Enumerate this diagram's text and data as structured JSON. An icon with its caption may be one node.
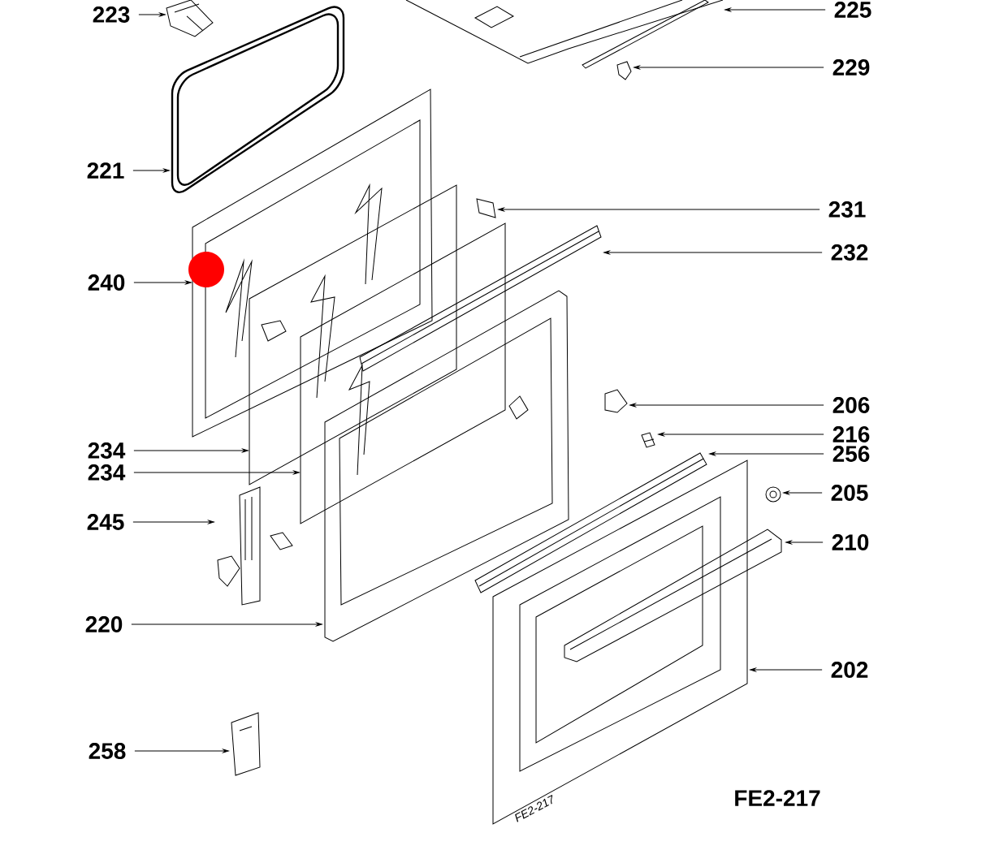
{
  "diagram": {
    "nodes": [
      {
        "text": [
          "223"
        ]
      },
      {
        "text": [],
        "shape": "picture"
      },
      {
        "text": [
          "225"
        ]
      },
      {
        "text": [],
        "shape": "picture"
      },
      {
        "text": [
          "229"
        ]
      },
      {
        "text": [],
        "shape": "picture"
      },
      {
        "text": [
          "221"
        ]
      },
      {
        "text": [],
        "shape": "picture"
      },
      {
        "text": [
          "231"
        ]
      },
      {
        "text": [],
        "shape": "picture"
      },
      {
        "text": [
          "232"
        ]
      },
      {
        "text": [],
        "shape": "picture"
      },
      {
        "text": [
          "240"
        ]
      },
      {
        "text": [],
        "shape": "picture"
      },
      {
        "text": [
          "234"
        ]
      },
      {
        "text": [],
        "shape": "picture"
      },
      {
        "text": [
          "234"
        ]
      },
      {
        "text": [],
        "shape": "picture"
      },
      {
        "text": [
          "206"
        ]
      },
      {
        "text": [],
        "shape": "picture"
      },
      {
        "text": [
          "216"
        ]
      },
      {
        "text": [],
        "shape": "picture"
      },
      {
        "text": [
          "256"
        ]
      },
      {
        "text": [],
        "shape": "picture"
      },
      {
        "text": [
          "205"
        ]
      },
      {
        "text": [],
        "shape": "picture"
      },
      {
        "text": [
          "245"
        ]
      },
      {
        "text": [],
        "shape": "picture"
      },
      {
        "text": [
          "210"
        ]
      },
      {
        "text": [],
        "shape": "picture"
      },
      {
        "text": [
          "220"
        ]
      },
      {
        "text": [],
        "shape": "picture"
      },
      {
        "text": [
          "202"
        ]
      },
      {
        "text": [],
        "shape": "picture"
      },
      {
        "text": [
          "258"
        ]
      },
      {
        "text": [],
        "shape": "picture"
      }
    ],
    "edges": [
      {
        "from": 0,
        "to": 1,
        "arrow": "to"
      },
      {
        "from": 2,
        "to": 3,
        "arrow": "to"
      },
      {
        "from": 4,
        "to": 5,
        "arrow": "to"
      },
      {
        "from": 6,
        "to": 7,
        "arrow": "to"
      },
      {
        "from": 8,
        "to": 9,
        "arrow": "to"
      },
      {
        "from": 10,
        "to": 11,
        "arrow": "to"
      },
      {
        "from": 12,
        "to": 13,
        "arrow": "to"
      },
      {
        "from": 14,
        "to": 15,
        "arrow": "to"
      },
      {
        "from": 16,
        "to": 17,
        "arrow": "to"
      },
      {
        "from": 18,
        "to": 19,
        "arrow": "to"
      },
      {
        "from": 20,
        "to": 21,
        "arrow": "to"
      },
      {
        "from": 22,
        "to": 23,
        "arrow": "to"
      },
      {
        "from": 24,
        "to": 25,
        "arrow": "to"
      },
      {
        "from": 26,
        "to": 27,
        "arrow": "to"
      },
      {
        "from": 28,
        "to": 29,
        "arrow": "to"
      },
      {
        "from": 30,
        "to": 31,
        "arrow": "to"
      },
      {
        "from": 32,
        "to": 33,
        "arrow": "to"
      },
      {
        "from": 34,
        "to": 35,
        "arrow": "to"
      }
    ],
    "labels": [
      "FE2-217",
      "FE2-217"
    ]
  }
}
